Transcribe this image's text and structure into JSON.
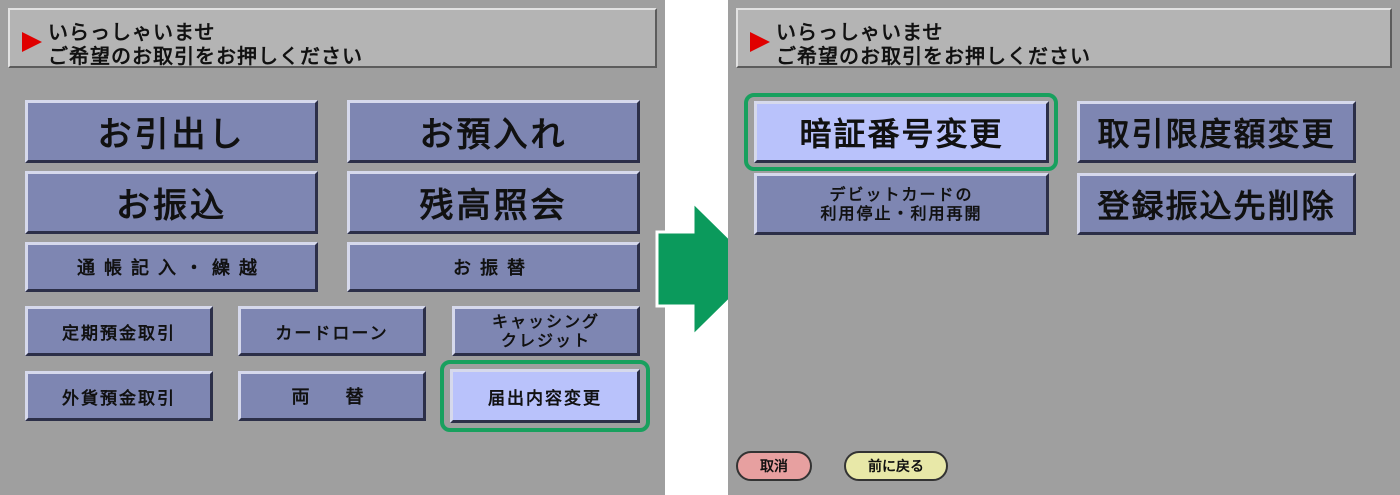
{
  "header": {
    "line1": "いらっしゃいませ",
    "line2": "ご希望のお取引をお押しください"
  },
  "left_menu": {
    "withdrawal": "お引出し",
    "deposit": "お預入れ",
    "transfer": "お振込",
    "balance_inquiry": "残高照会",
    "passbook_update": "通帳記入・繰越",
    "account_transfer": "お振替",
    "time_deposit": "定期預金取引",
    "card_loan": "カードローン",
    "cashing_line1": "キャッシング",
    "cashing_line2": "クレジット",
    "foreign_deposit": "外貨預金取引",
    "exchange": "両　替",
    "change_registration": "届出内容変更"
  },
  "right_menu": {
    "pin_change": "暗証番号変更",
    "limit_change": "取引限度額変更",
    "debit_line1": "デビットカードの",
    "debit_line2": "利用停止・利用再開",
    "delete_payee": "登録振込先削除",
    "cancel": "取消",
    "back": "前に戻る"
  },
  "colors": {
    "screen_bg": "#9f9f9f",
    "button": "#7e86b2",
    "button_selected": "#b9c2fb",
    "highlight": "#18a05e",
    "arrow": "#0b9a5c",
    "header_marker": "#e00000"
  },
  "icons": {
    "flow_arrow": "right-arrow-icon",
    "header_marker": "triangle-marker-icon"
  }
}
